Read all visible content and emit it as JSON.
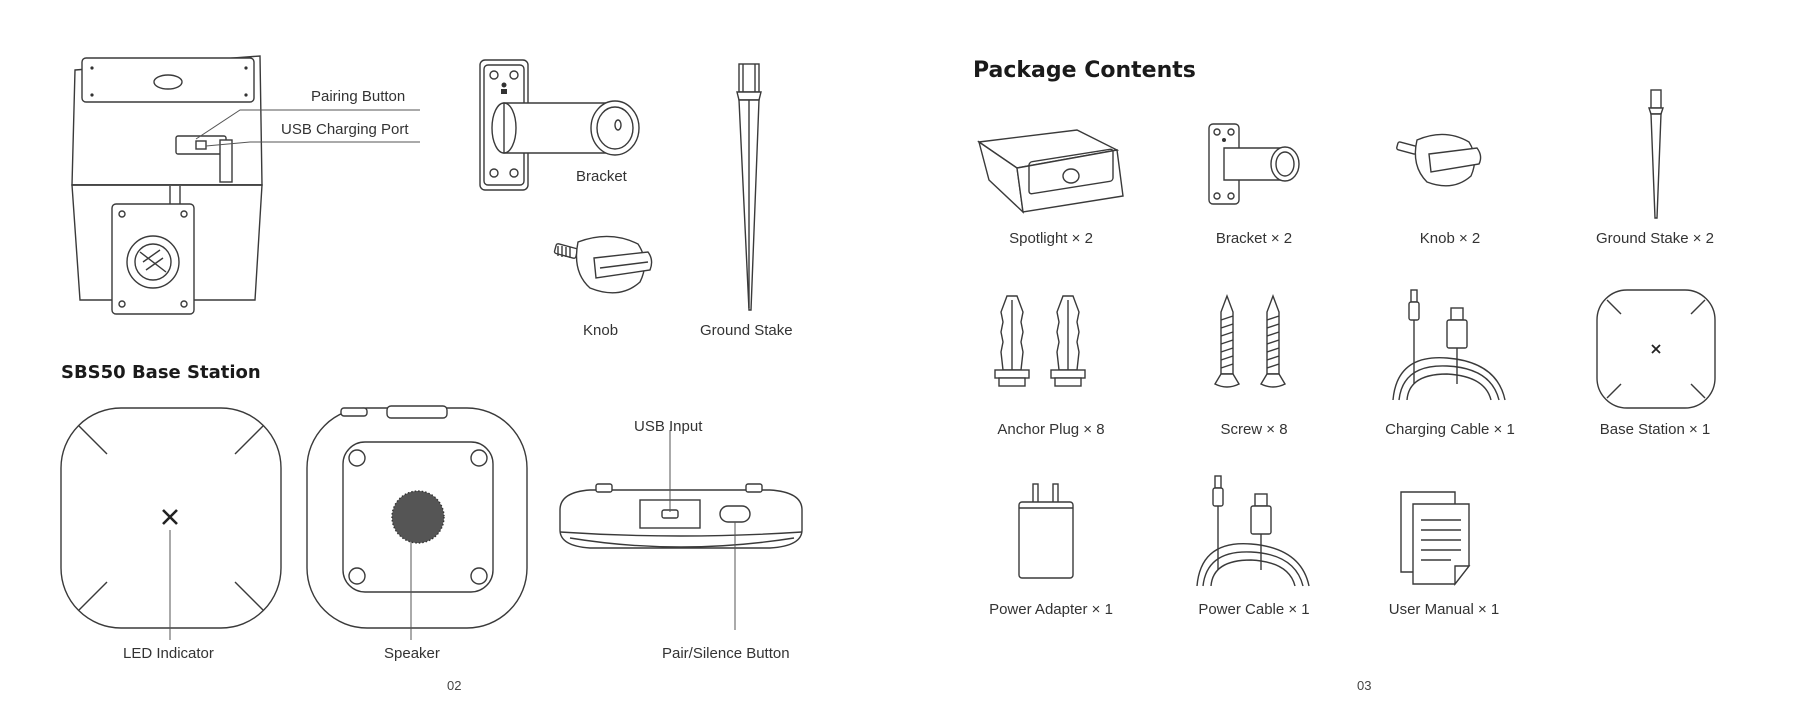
{
  "left_page": {
    "labels": {
      "pairing_button": "Pairing Button",
      "usb_charging_port": "USB Charging Port",
      "bracket": "Bracket",
      "knob": "Knob",
      "ground_stake": "Ground Stake",
      "base_station_title": "SBS50 Base Station",
      "usb_input": "USB Input",
      "led_indicator": "LED Indicator",
      "speaker": "Speaker",
      "pair_silence_button": "Pair/Silence Button"
    },
    "page_number": "02"
  },
  "right_page": {
    "title": "Package Contents",
    "items": [
      {
        "label": "Spotlight × 2",
        "icon": "spotlight-icon"
      },
      {
        "label": "Bracket × 2",
        "icon": "bracket-icon"
      },
      {
        "label": "Knob × 2",
        "icon": "knob-icon"
      },
      {
        "label": "Ground Stake × 2",
        "icon": "ground-stake-icon"
      },
      {
        "label": "Anchor Plug × 8",
        "icon": "anchor-plug-icon"
      },
      {
        "label": "Screw × 8",
        "icon": "screw-icon"
      },
      {
        "label": "Charging Cable × 1",
        "icon": "charging-cable-icon"
      },
      {
        "label": "Base Station × 1",
        "icon": "base-station-icon"
      },
      {
        "label": "Power Adapter × 1",
        "icon": "power-adapter-icon"
      },
      {
        "label": "Power Cable × 1",
        "icon": "power-cable-icon"
      },
      {
        "label": "User Manual × 1",
        "icon": "user-manual-icon"
      }
    ],
    "page_number": "03"
  }
}
